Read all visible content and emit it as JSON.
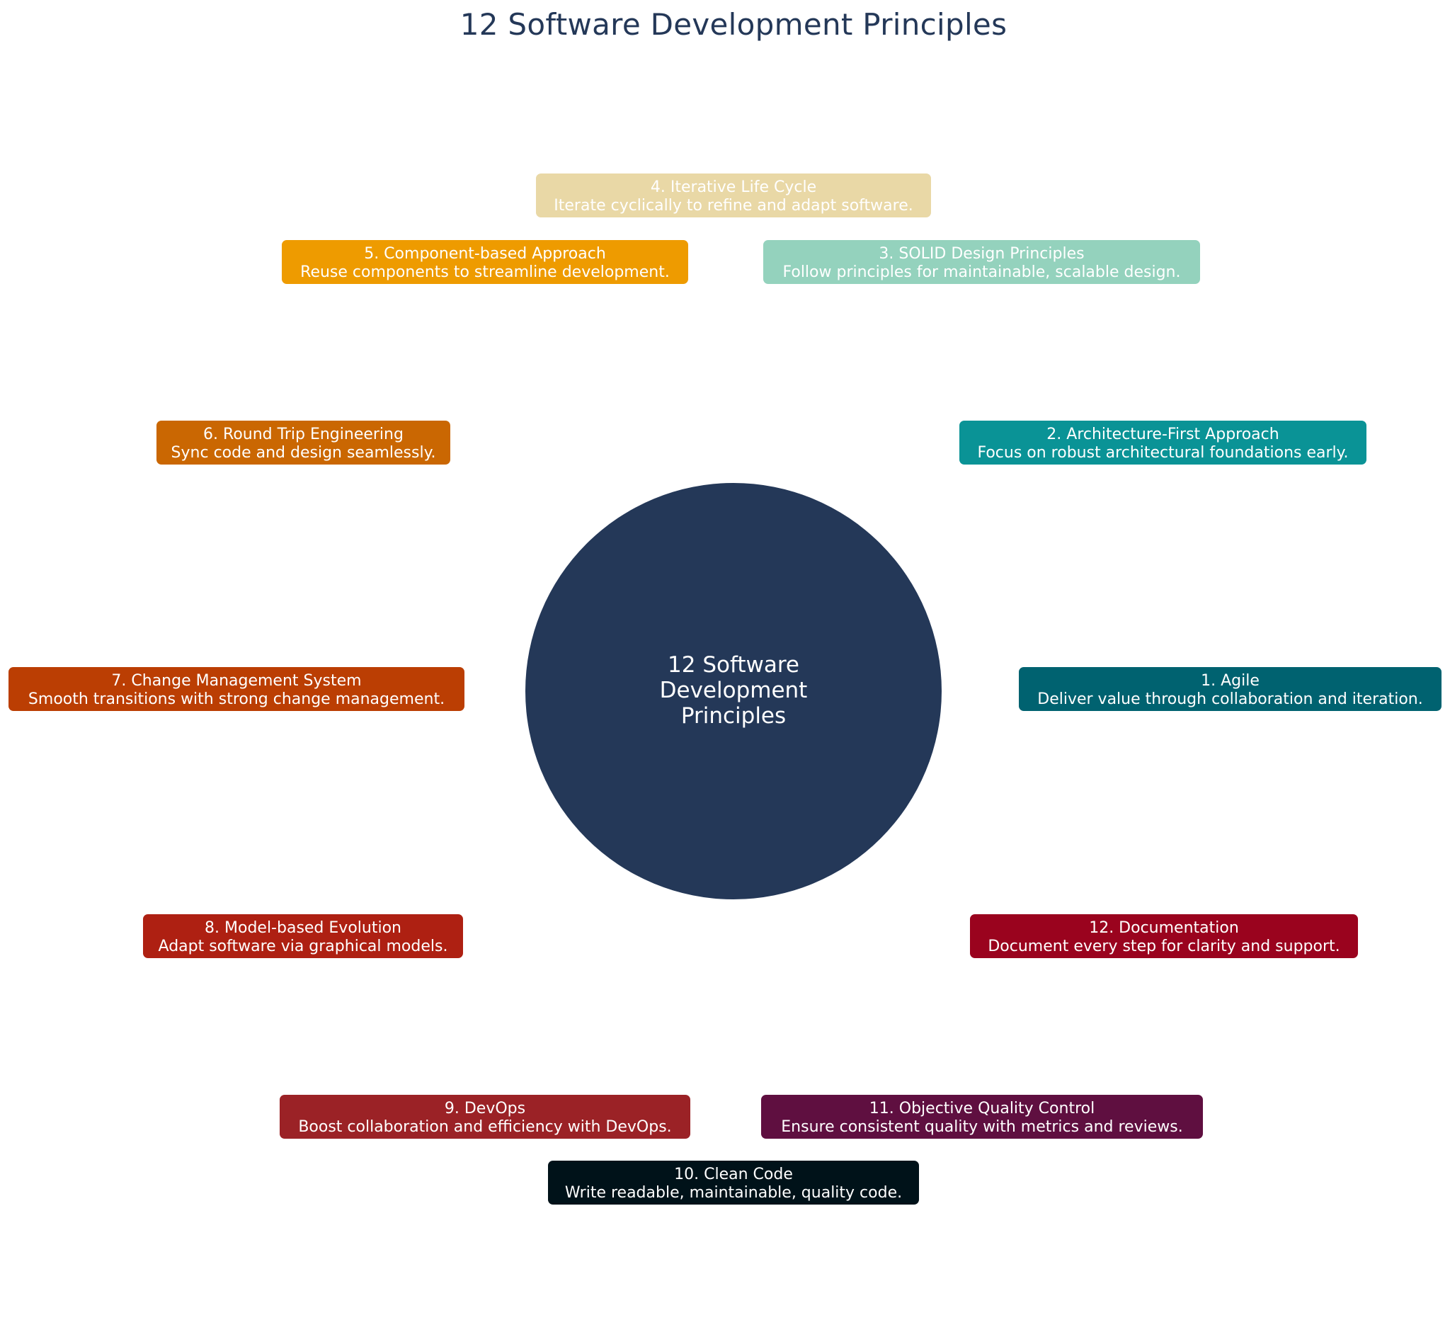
{
  "title": "12 Software Development Principles",
  "center": {
    "lines": [
      "12 Software",
      "Development",
      "Principles"
    ],
    "color": "#243858"
  },
  "principles": [
    {
      "number": 1,
      "title": "1. Agile",
      "description": "Deliver value through collaboration and iteration.",
      "color": "#006270"
    },
    {
      "number": 2,
      "title": "2. Architecture-First Approach",
      "description": "Focus on robust architectural foundations early.",
      "color": "#0A9396"
    },
    {
      "number": 3,
      "title": "3. SOLID Design Principles",
      "description": "Follow principles for maintainable, scalable design.",
      "color": "#94D2BD"
    },
    {
      "number": 4,
      "title": "4. Iterative Life Cycle",
      "description": "Iterate cyclically to refine and adapt software.",
      "color": "#E9D8A6"
    },
    {
      "number": 5,
      "title": "5. Component-based Approach",
      "description": "Reuse components to streamline development.",
      "color": "#EE9B00"
    },
    {
      "number": 6,
      "title": "6. Round Trip Engineering",
      "description": "Sync code and design seamlessly.",
      "color": "#CA6702"
    },
    {
      "number": 7,
      "title": "7. Change Management System",
      "description": "Smooth transitions with strong change management.",
      "color": "#BB3E03"
    },
    {
      "number": 8,
      "title": "8. Model-based Evolution",
      "description": "Adapt software via graphical models.",
      "color": "#AE2012"
    },
    {
      "number": 9,
      "title": "9. DevOps",
      "description": "Boost collaboration and efficiency with DevOps.",
      "color": "#9B2226"
    },
    {
      "number": 10,
      "title": "10. Clean Code",
      "description": "Write readable, maintainable, quality code.",
      "color": "#001219"
    },
    {
      "number": 11,
      "title": "11. Objective Quality Control",
      "description": "Ensure consistent quality with metrics and reviews.",
      "color": "#5F0F40"
    },
    {
      "number": 12,
      "title": "12. Documentation",
      "description": "Document every step for clarity and support.",
      "color": "#9A031E"
    }
  ]
}
